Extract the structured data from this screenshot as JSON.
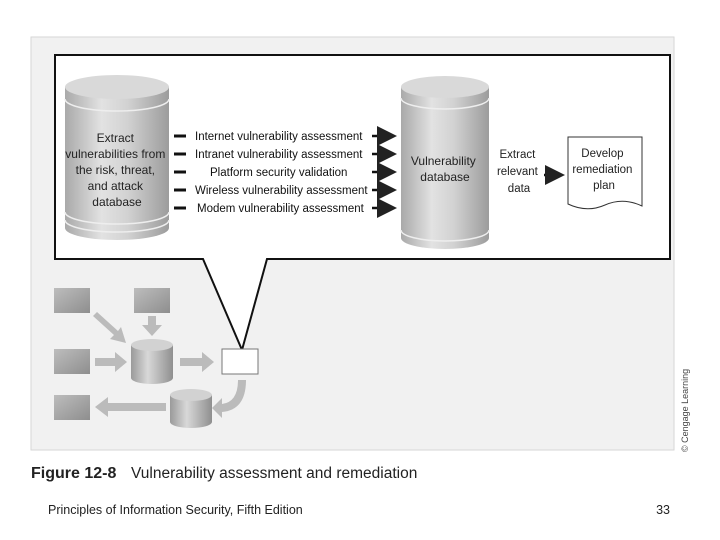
{
  "figure": {
    "source_cylinder_lines": [
      "Extract",
      "vulnerabilities from",
      "the risk, threat,",
      "and attack",
      "database"
    ],
    "assessments": [
      "Internet vulnerability assessment",
      "Intranet vulnerability assessment",
      "Platform security validation",
      "Wireless vulnerability assessment",
      "Modem vulnerability assessment"
    ],
    "target_cylinder_lines": [
      "Vulnerability",
      "database"
    ],
    "extract_lines": [
      "Extract",
      "relevant",
      "data"
    ],
    "document_lines": [
      "Develop",
      "remediation",
      "plan"
    ],
    "credit": "© Cengage Learning",
    "caption_label": "Figure 12-8",
    "caption_text": "Vulnerability assessment and remediation"
  },
  "footer": {
    "title": "Principles of Information Security, Fifth Edition",
    "page_number": "33"
  }
}
